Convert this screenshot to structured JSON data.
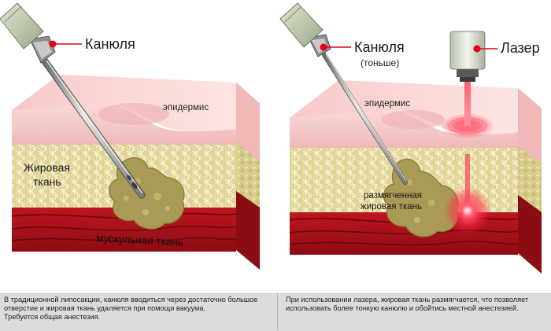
{
  "left_panel": {
    "cannula_label": "Канюля",
    "epidermis_label": "эпидермис",
    "fat_label_line1": "Жировая",
    "fat_label_line2": "ткань",
    "muscle_label": "мускульная ткань"
  },
  "right_panel": {
    "cannula_label": "Канюля",
    "cannula_note": "(тоньше)",
    "laser_label": "Лазер",
    "epidermis_label": "эпидермис",
    "softened_line1": "размягченная",
    "softened_line2": "жировая ткань"
  },
  "captions": {
    "left": [
      "В традиционной липосакции, канюля вводиться через достаточно большое",
      "отверстие и жировая ткань удаляется  при помощи вакуума.",
      "Требуется общая анестезия."
    ],
    "right": [
      "При использовании лазера, жировая ткань размягчается, что позволяет",
      "использовать более тонкую канюлю и обойтись местной анестезией."
    ]
  },
  "colors": {
    "label_dot": "#e3001b",
    "epidermis": "#f6cdcc",
    "fat_base": "#f1ebbf",
    "fat_dot": "#ddd28f",
    "muscle": "#b4121b",
    "clump": "#a99a55",
    "laser": "#ff2440"
  }
}
